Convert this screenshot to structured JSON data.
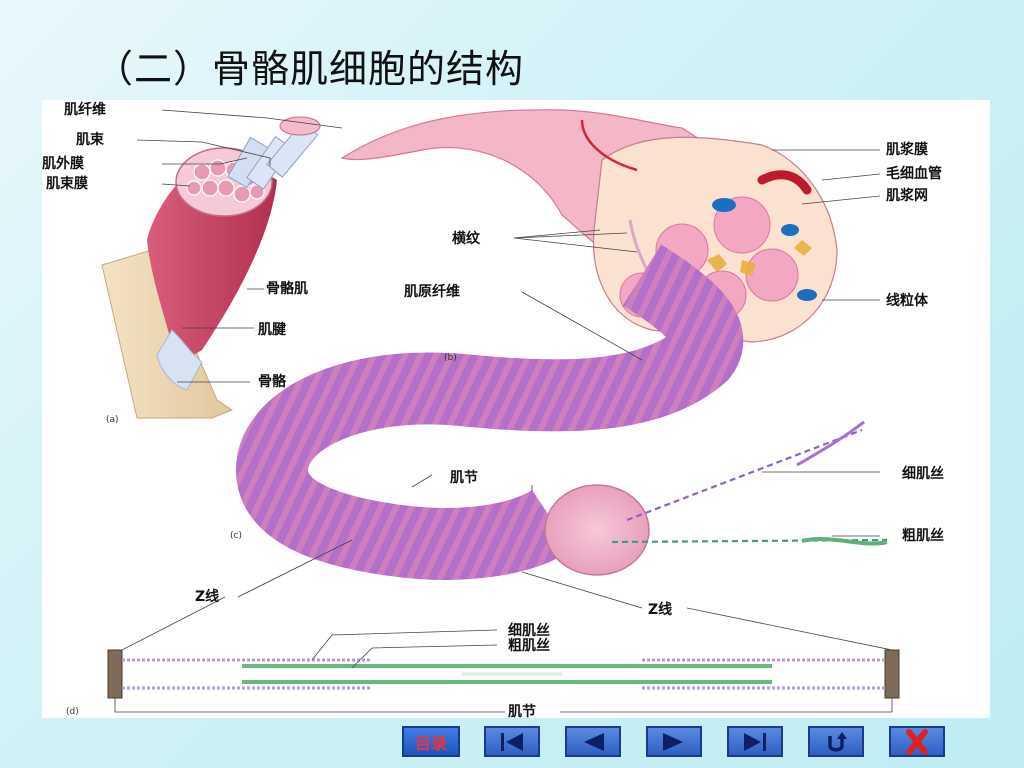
{
  "slide": {
    "title": "（二）骨骼肌细胞的结构"
  },
  "figure": {
    "panel_labels": {
      "a": "(a)",
      "b": "(b)",
      "c": "(c)",
      "d": "(d)"
    },
    "labels": {
      "muscle_fiber": "肌纤维",
      "fascicle": "肌束",
      "epimysium": "肌外膜",
      "perimysium": "肌束膜",
      "skeletal_muscle": "骨骼肌",
      "tendon": "肌腱",
      "bone": "骨骼",
      "striation": "横纹",
      "myofibril": "肌原纤维",
      "sarcolemma": "肌浆膜",
      "capillary": "毛细血管",
      "sarcoplasmic_reticulum": "肌浆网",
      "mitochondria": "线粒体",
      "sarcomere_c": "肌节",
      "thin_filament_c": "细肌丝",
      "thick_filament_c": "粗肌丝",
      "z_line_left": "Z线",
      "z_line_right": "Z线",
      "thin_filament_d": "细肌丝",
      "thick_filament_d": "粗肌丝",
      "sarcomere_d": "肌节"
    }
  },
  "nav": {
    "menu_label": "目录",
    "icons": [
      "first-icon",
      "prev-icon",
      "next-icon",
      "last-icon",
      "return-icon",
      "close-icon"
    ],
    "colors": {
      "button": "#2f5fc2",
      "glyph": "#0d1f66",
      "menu_text": "#ee3333",
      "close": "#e02020"
    }
  }
}
